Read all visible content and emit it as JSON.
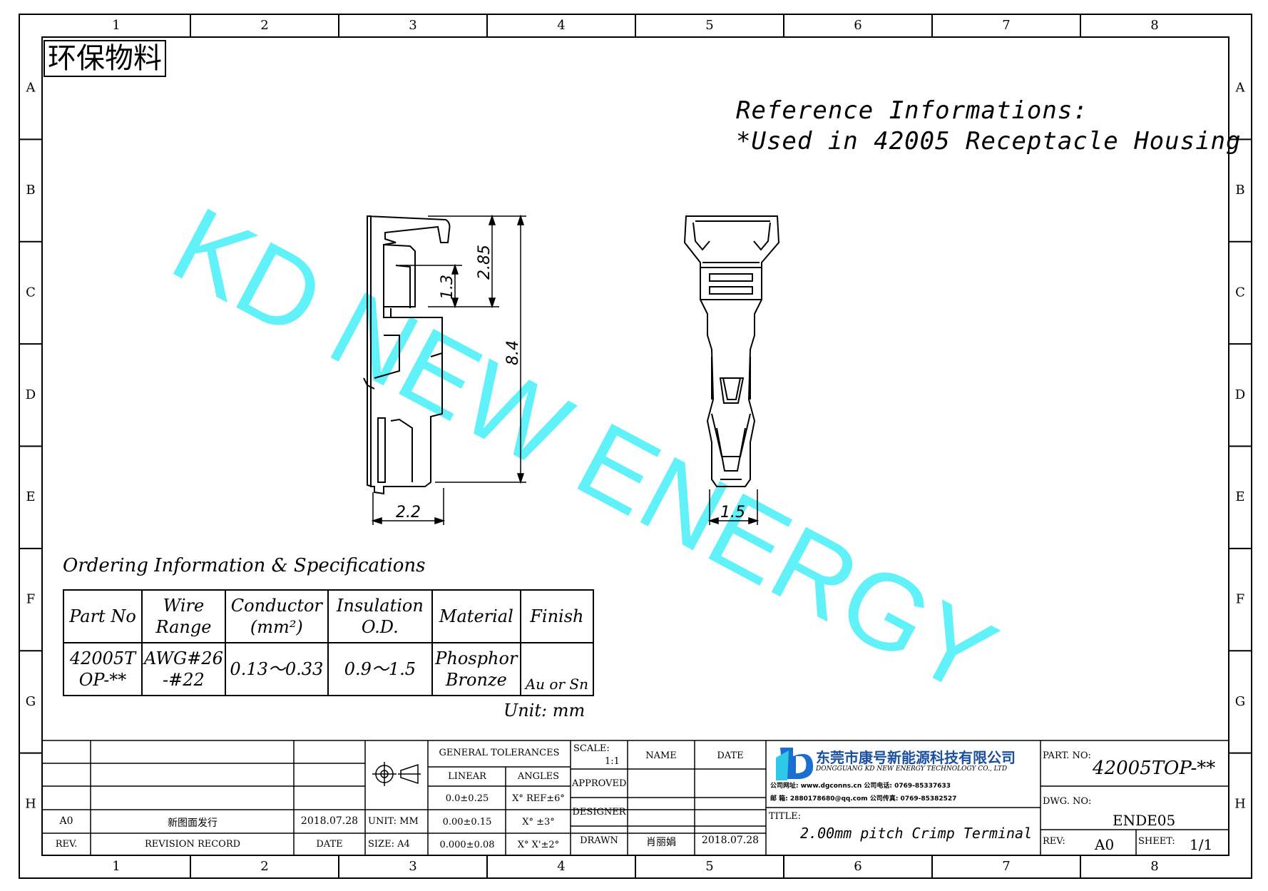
{
  "frame": {
    "columns": [
      "1",
      "2",
      "3",
      "4",
      "5",
      "6",
      "7",
      "8"
    ],
    "rows": [
      "A",
      "B",
      "C",
      "D",
      "E",
      "F",
      "G",
      "H"
    ]
  },
  "eco_label": "环保物料",
  "reference": {
    "line1": "Reference Informations:",
    "line2": "*Used in 42005 Receptacle Housing"
  },
  "watermark": "KD NEW ENERGY",
  "dimensions": {
    "d_285": "2.85",
    "d_13": "1.3",
    "d_84": "8.4",
    "d_22": "2.2",
    "d_15": "1.5"
  },
  "specs": {
    "title": "Ordering Information & Specifications",
    "headers": [
      [
        "Part No"
      ],
      [
        "Wire",
        "Range"
      ],
      [
        "Conductor",
        "(mm²)"
      ],
      [
        "Insulation",
        "O.D."
      ],
      [
        "Material"
      ],
      [
        "Finish"
      ]
    ],
    "row": [
      [
        "42005T",
        "OP-**"
      ],
      [
        "AWG#26",
        "-#22"
      ],
      [
        "0.13～0.33"
      ],
      [
        "0.9～1.5"
      ],
      [
        "Phosphor",
        "Bronze"
      ],
      [
        "Au or Sn"
      ]
    ],
    "unit": "Unit: mm"
  },
  "title_block": {
    "rev_row": {
      "rev": "A0",
      "record": "新图面发行",
      "date": "2018.07.28"
    },
    "rev_header": {
      "rev": "REV.",
      "record": "REVISION RECORD",
      "date": "DATE"
    },
    "unit": "UNIT: MM",
    "size": "SIZE: A4",
    "tol_title": "GENERAL TOLERANCES",
    "linear_label": "LINEAR",
    "angles_label": "ANGLES",
    "linear": [
      "0.0±0.25",
      "0.00±0.15",
      "0.000±0.08"
    ],
    "angles": [
      "X° REF±6°",
      "X° ±3°",
      "X° X'±2°"
    ],
    "scale_label": "SCALE:",
    "scale": "1:1",
    "name_label": "NAME",
    "date_label": "DATE",
    "approved": "APPROVED",
    "designer": "DESIGNER",
    "drawn": "DRAWN",
    "drawn_name": "肖丽娟",
    "drawn_date": "2018.07.28",
    "company_cn": "东莞市康号新能源科技有限公司",
    "company_en": "DONGGUANG KD NEW ENERGY TECHNOLOGY CO., LTD",
    "contact1": "公司网址: www.dgconns.cn   公司电话: 0769-85337633",
    "contact2": "邮   箱: 2880178680@qq.com   公司传真: 0769-85382527",
    "title_label": "TITLE:",
    "title": "2.00mm pitch Crimp Terminal",
    "part_label": "PART. NO:",
    "part_no": "42005TOP-**",
    "dwg_label": "DWG. NO:",
    "dwg_no": "ENDE05",
    "rev_label": "REV:",
    "rev": "A0",
    "sheet_label": "SHEET:",
    "sheet": "1/1"
  },
  "colors": {
    "watermark": "#45f0f7",
    "line": "#000000",
    "logo_blue": "#1b6fd1",
    "logo_cyan": "#2fc8e8"
  }
}
